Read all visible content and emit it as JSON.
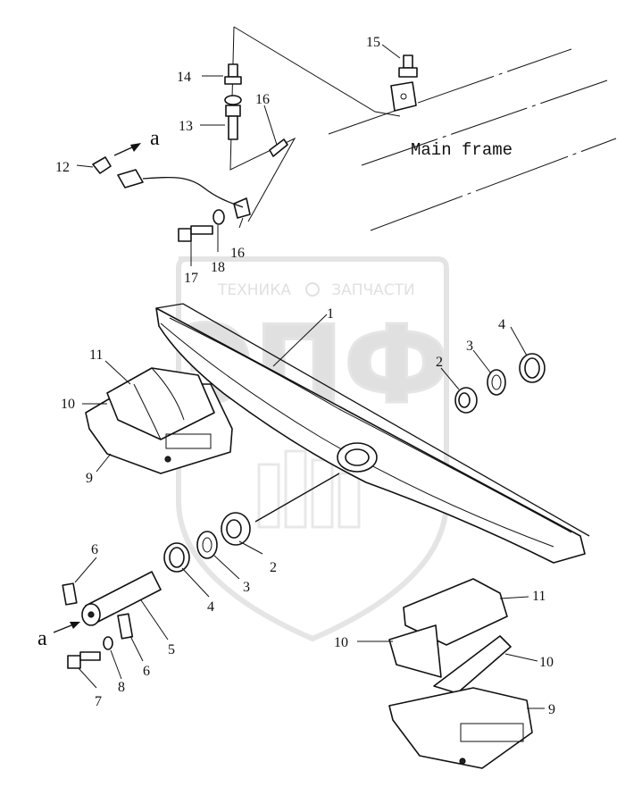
{
  "diagram": {
    "main_frame_label": "Main frame",
    "arrow_label_a_top": "a",
    "arrow_label_a_bottom": "a",
    "watermark": {
      "top_text_left": "ТЕХНИКА",
      "top_text_right": "ЗАПЧАСТИ",
      "logo_letters": "ЭПФ"
    },
    "callouts": {
      "c1": "1",
      "c2_right": "2",
      "c2_left": "2",
      "c3_right": "3",
      "c3_left": "3",
      "c4_right": "4",
      "c4_left": "4",
      "c5": "5",
      "c6_top": "6",
      "c6_bottom": "6",
      "c7": "7",
      "c8": "8",
      "c9_left": "9",
      "c9_right": "9",
      "c10_left": "10",
      "c10_right_a": "10",
      "c10_right_b": "10",
      "c11_left": "11",
      "c11_right": "11",
      "c12": "12",
      "c13": "13",
      "c14": "14",
      "c15": "15",
      "c16_top": "16",
      "c16_bottom": "16",
      "c17": "17",
      "c18": "18"
    }
  }
}
